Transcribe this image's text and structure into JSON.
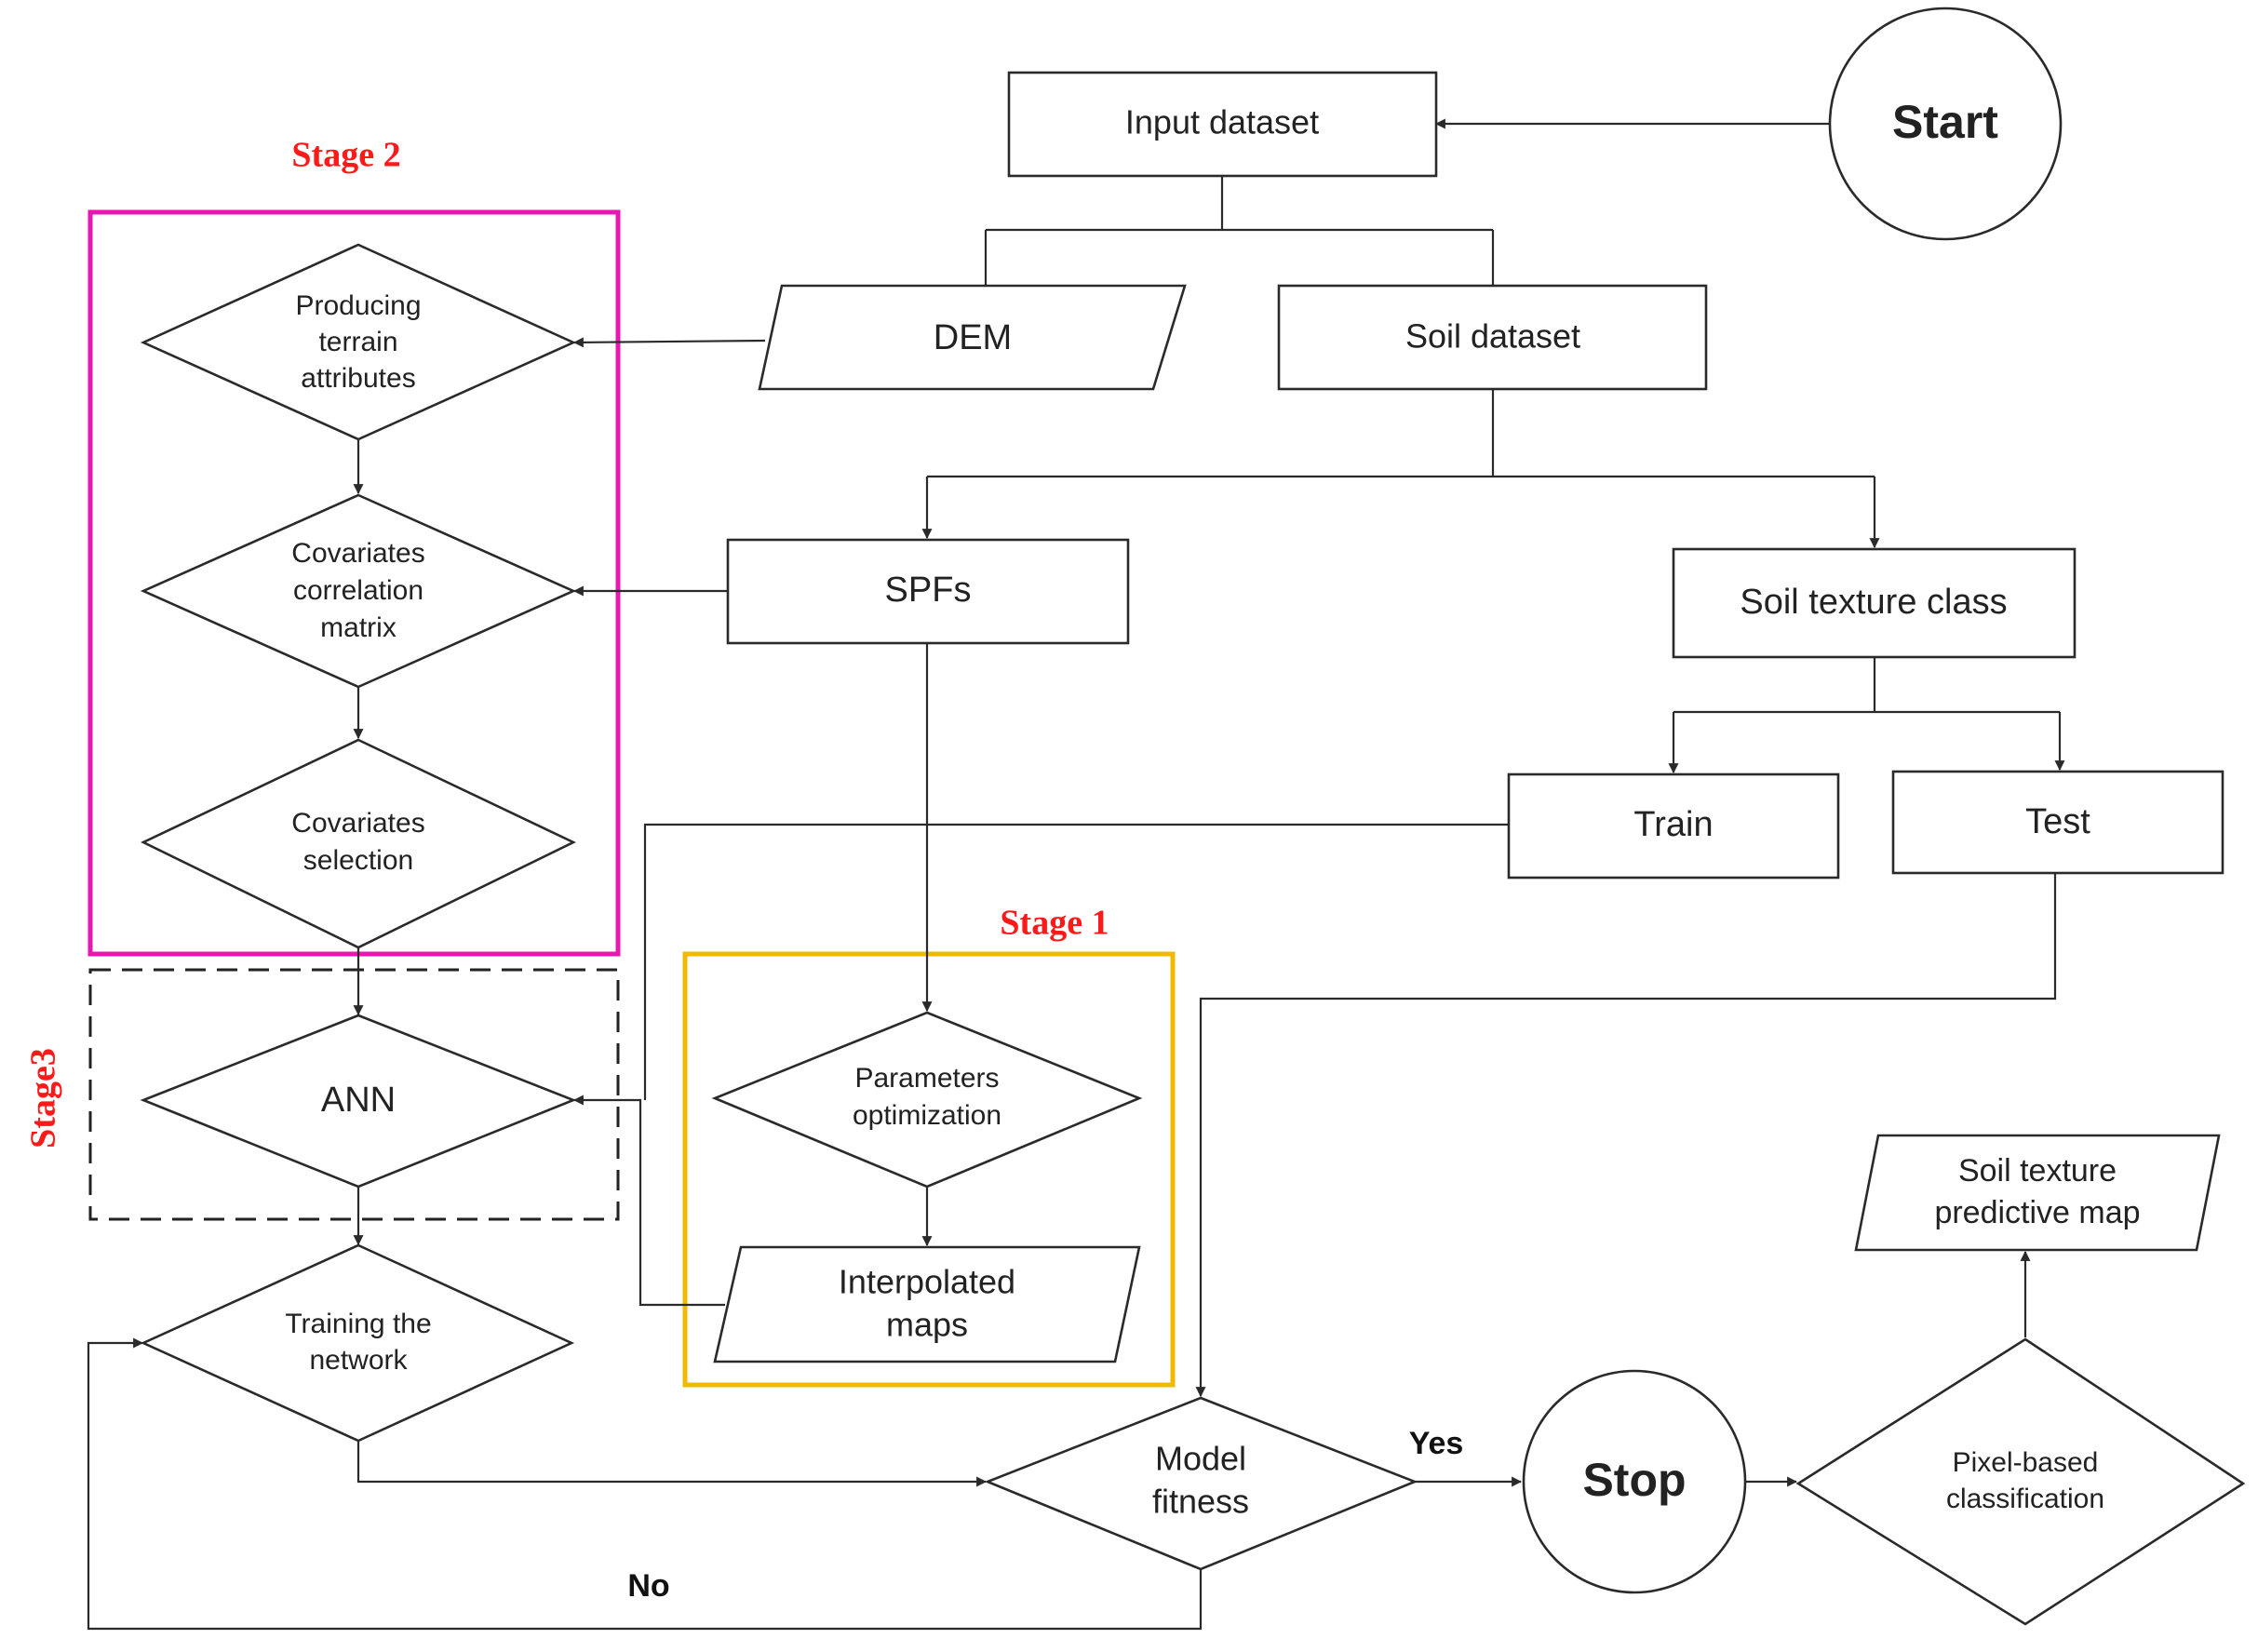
{
  "nodes": {
    "start": "Start",
    "input_dataset": "Input dataset",
    "dem": "DEM",
    "soil_dataset": "Soil dataset",
    "producing_terrain": [
      "Producing",
      "terrain",
      "attributes"
    ],
    "covariates_correlation": [
      "Covariates",
      "correlation",
      "matrix"
    ],
    "covariates_selection": [
      "Covariates",
      "selection"
    ],
    "spfs": "SPFs",
    "soil_texture_class": "Soil texture class",
    "train": "Train",
    "test": "Test",
    "ann": "ANN",
    "parameters_optimization": [
      "Parameters",
      "optimization"
    ],
    "interpolated_maps": [
      "Interpolated",
      "maps"
    ],
    "training_network": [
      "Training the",
      "network"
    ],
    "model_fitness": [
      "Model",
      "fitness"
    ],
    "stop": "Stop",
    "pixel_based": [
      "Pixel-based",
      "classification"
    ],
    "soil_texture_map": [
      "Soil texture",
      "predictive map"
    ]
  },
  "stages": {
    "stage1": "Stage 1",
    "stage2": "Stage 2",
    "stage3": "Stage3"
  },
  "edge_labels": {
    "yes": "Yes",
    "no": "No"
  },
  "colors": {
    "stage1_border": "#f5b800",
    "stage2_border": "#e617b3",
    "stage3_border": "#222222",
    "stage_label": "#ff1a1a",
    "line": "#2a2a2a"
  }
}
